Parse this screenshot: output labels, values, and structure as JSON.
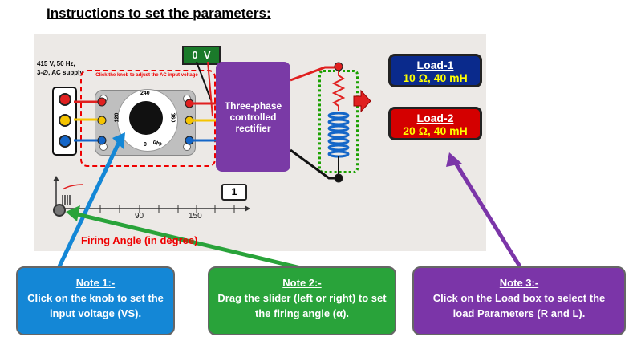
{
  "heading": "Instructions to set the parameters:",
  "supply": {
    "line1": "415 V, 50 Hz,",
    "line2": "3-∅, AC supply"
  },
  "knob_hint": "Click the knob to adjust the AC input voltage",
  "dial": {
    "top": "240",
    "left": "120",
    "right": "360",
    "bottom_left": "0",
    "bottom_right": "440"
  },
  "voltmeter": {
    "value": "0",
    "unit": "V"
  },
  "rectifier_label": "Three-phase controlled rectifier",
  "loads": [
    {
      "title": "Load-1",
      "value": "10 Ω, 40 mH",
      "color": "#0a2a8c"
    },
    {
      "title": "Load-2",
      "value": "20 Ω, 40 mH",
      "color": "#d40000"
    }
  ],
  "firing_angle": {
    "value_display": "1",
    "ticks": [
      "90",
      "150"
    ],
    "label": "Firing Angle (in degree)"
  },
  "notes": [
    {
      "title": "Note 1:-",
      "text": "Click on the knob to set the input voltage (VS).",
      "color": "#1487d6"
    },
    {
      "title": "Note 2:-",
      "text": "Drag the slider (left or right) to set the firing angle (α).",
      "color": "#29a33a"
    },
    {
      "title": "Note 3:-",
      "text": "Click on the Load box to select the load Parameters (R and L).",
      "color": "#7b35a8"
    }
  ]
}
